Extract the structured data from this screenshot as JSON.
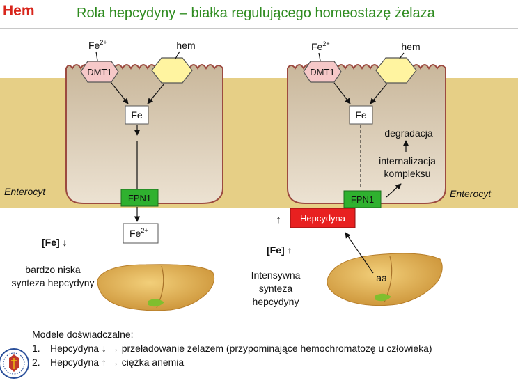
{
  "header": {
    "tag": "Hem",
    "title": "Rola hepcydyny – białka regulującego homeostazę żelaza"
  },
  "left_cell": {
    "fe_in_label": "Fe",
    "fe_in_sup": "2+",
    "hem_label": "hem",
    "dmt1": "DMT1",
    "fe_box": "Fe",
    "fpn1": "FPN1",
    "fe_out_label": "Fe",
    "fe_out_sup": "2+",
    "enterocyte_label": "Enterocyt",
    "fe_level": "[Fe] ↓",
    "synthesis_line1": "bardzo niska",
    "synthesis_line2": "synteza hepcydyny"
  },
  "right_cell": {
    "fe_in_label": "Fe",
    "fe_in_sup": "2+",
    "hem_label": "hem",
    "dmt1": "DMT1",
    "fe_box": "Fe",
    "degradation": "degradacja",
    "internalization_line1": "internalizacja",
    "internalization_line2": "kompleksu",
    "fpn1": "FPN1",
    "hepcidin": "Hepcydyna",
    "up_arrow": "↑",
    "enterocyte_label": "Enterocyt",
    "fe_level": "[Fe] ↑",
    "aa": "aa",
    "synthesis_line1": "Intensywna",
    "synthesis_line2": "synteza",
    "synthesis_line3": "hepcydyny"
  },
  "models": {
    "heading": "Modele doświadczalne:",
    "items": [
      {
        "num": "1.",
        "text": "Hepcydyna ↓ → przeładowanie żelazem (przypominające hemochromatozę u człowieka)"
      },
      {
        "num": "2.",
        "text": "Hepcydyna ↑ → ciężka anemia"
      }
    ]
  },
  "colors": {
    "title": "#2e8b1f",
    "tag": "#d8261c",
    "band": "#e6cf86",
    "cell_fill": "#dccdb4",
    "cell_stroke": "#9c4a40",
    "dmt1_fill": "#f6c8c8",
    "heme_fill": "#fff4a0",
    "fpn1_fill": "#2fb12f",
    "hepcidin_fill": "#e82020",
    "liver": "#d9a94e"
  },
  "icons": [
    "dmt1-hexagon",
    "heme-hexagon",
    "liver-illustration",
    "university-seal"
  ]
}
